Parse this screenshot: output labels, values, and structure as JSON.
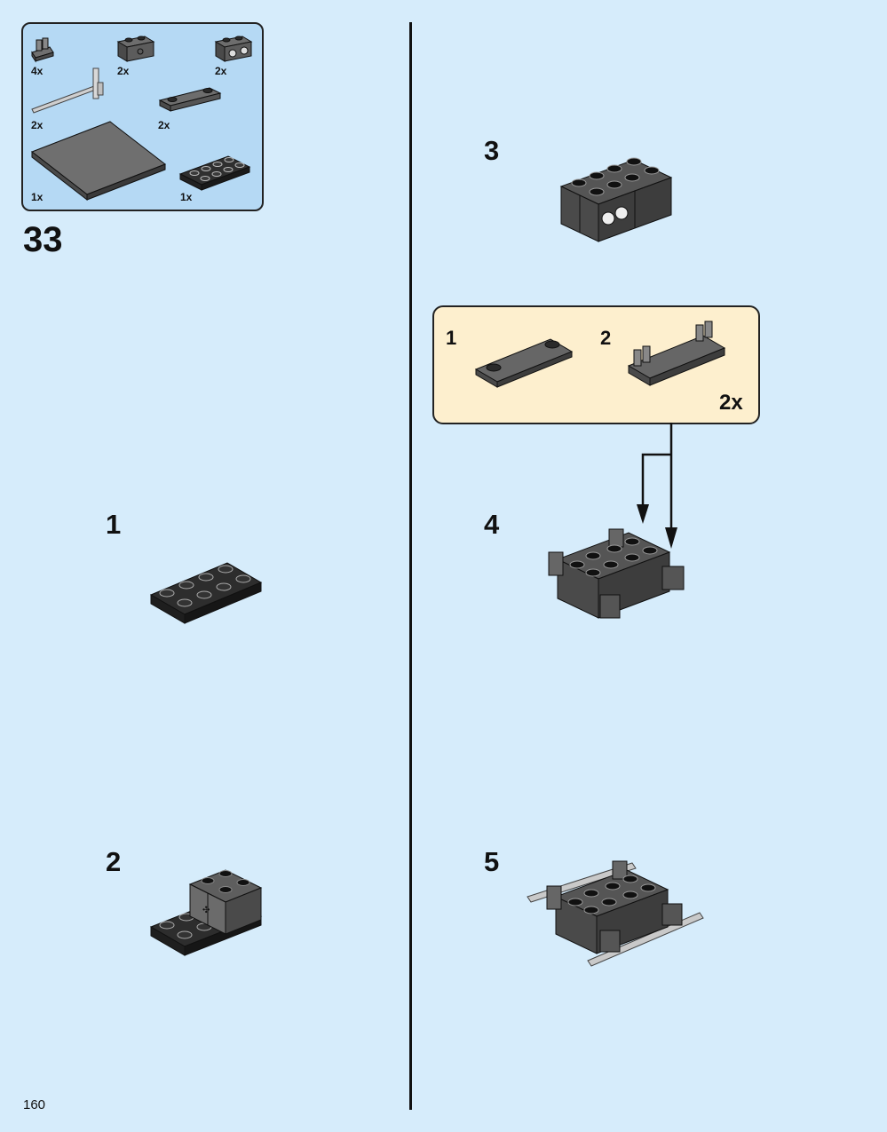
{
  "page_number": "160",
  "step_main": "33",
  "parts_list": {
    "items": [
      {
        "name": "clip-plate-1x1",
        "qty": "4x"
      },
      {
        "name": "brick-1x2-with-axle-hole",
        "qty": "2x"
      },
      {
        "name": "brick-1x2-with-pin-holes",
        "qty": "2x"
      },
      {
        "name": "bar-with-clip",
        "qty": "2x"
      },
      {
        "name": "plate-1x4-with-2-studs",
        "qty": "2x"
      },
      {
        "name": "plate-8x8",
        "qty": "1x"
      },
      {
        "name": "plate-2x4",
        "qty": "1x"
      }
    ]
  },
  "steps": [
    {
      "number": "1"
    },
    {
      "number": "2"
    },
    {
      "number": "3"
    },
    {
      "number": "4"
    },
    {
      "number": "5"
    }
  ],
  "subassembly": {
    "steps": [
      "1",
      "2"
    ],
    "multiplier": "2x"
  },
  "colors": {
    "background": "#d6ecfb",
    "parts_box": "#b5d9f4",
    "subassembly_box": "#fdefce",
    "dark_stone_gray": "#5c5c5c",
    "black": "#2a2a2a",
    "light_gray": "#c9c9c9"
  }
}
